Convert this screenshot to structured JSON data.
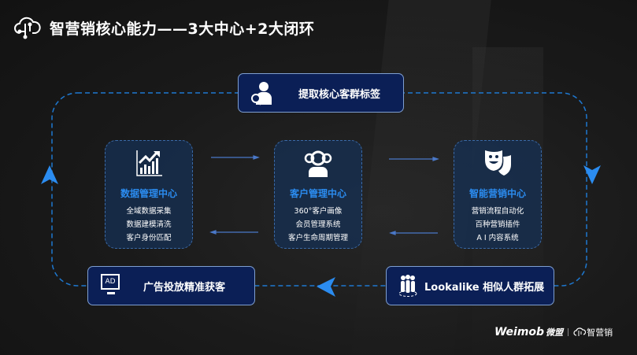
{
  "title": "智营销核心能力——3大中心+2大闭环",
  "top_box": {
    "label": "提取核心客群标签",
    "icon": "person-search-icon"
  },
  "centers": [
    {
      "title": "数据管理中心",
      "icon": "growth-chart-icon",
      "items": [
        "全域数据采集",
        "数据建模清洗",
        "客户身份匹配"
      ]
    },
    {
      "title": "客户管理中心",
      "icon": "customer-group-icon",
      "items": [
        "360°客户画像",
        "会员管理系统",
        "客户生命周期管理"
      ]
    },
    {
      "title": "智能营销中心",
      "icon": "theater-masks-icon",
      "items": [
        "营销流程自动化",
        "百种营销插件",
        "A I 内容系统"
      ]
    }
  ],
  "bottom_left": {
    "label": "广告投放精准获客",
    "icon_text": "AD",
    "icon": "ad-monitor-icon"
  },
  "bottom_right": {
    "label": "Lookalike 相似人群拓展",
    "icon": "people-group-icon"
  },
  "footer": {
    "brand": "Weimob",
    "brand_cn": "微盟",
    "product": "智营销"
  },
  "colors": {
    "accent": "#2b8cf0",
    "loop": "#1e78d0",
    "box": "#0b1f56"
  }
}
